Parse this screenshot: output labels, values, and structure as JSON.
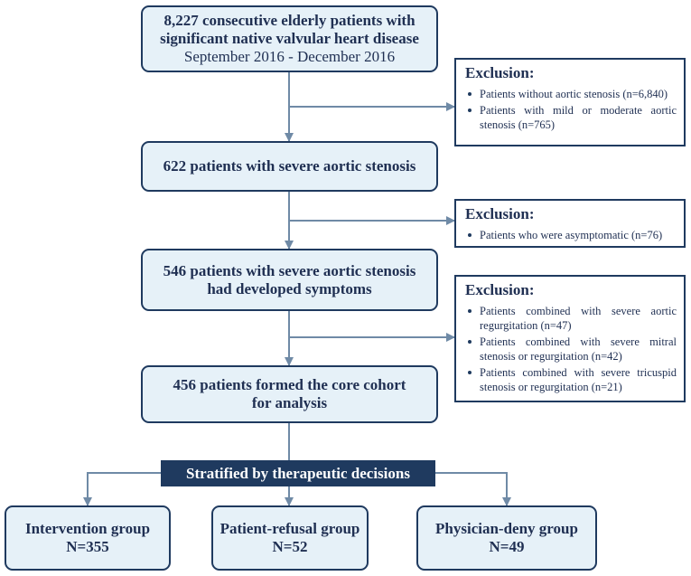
{
  "flow": {
    "start": {
      "line1": "8,227 consecutive elderly patients with",
      "line2": "significant native valvular heart disease",
      "line3": "September 2016 - December 2016"
    },
    "step2": {
      "line1": "622 patients with severe aortic stenosis"
    },
    "step3": {
      "line1": "546 patients with severe aortic stenosis",
      "line2": "had developed symptoms"
    },
    "step4": {
      "line1": "456 patients formed the core cohort",
      "line2": "for analysis"
    },
    "stratify_label": "Stratified by therapeutic decisions",
    "groups": [
      {
        "name": "Intervention group",
        "count": "N=355"
      },
      {
        "name": "Patient-refusal group",
        "count": "N=52"
      },
      {
        "name": "Physician-deny group",
        "count": "N=49"
      }
    ]
  },
  "exclusions": [
    {
      "title": "Exclusion:",
      "items": [
        "Patients without aortic stenosis (n=6,840)",
        "Patients with mild or moderate aortic stenosis (n=765)"
      ]
    },
    {
      "title": "Exclusion:",
      "items": [
        "Patients who were asymptomatic (n=76)"
      ]
    },
    {
      "title": "Exclusion:",
      "items": [
        "Patients combined with severe aortic regurgitation (n=47)",
        "Patients combined with severe mitral stenosis or regurgitation  (n=42)",
        "Patients combined with severe tricuspid stenosis or regurgitation (n=21)"
      ]
    }
  ],
  "colors": {
    "box_fill": "#e6f1f8",
    "box_border": "#1f3a5f",
    "arrow": "#6f8aa6",
    "banner": "#1f3a5f",
    "text": "#1f2f52"
  }
}
